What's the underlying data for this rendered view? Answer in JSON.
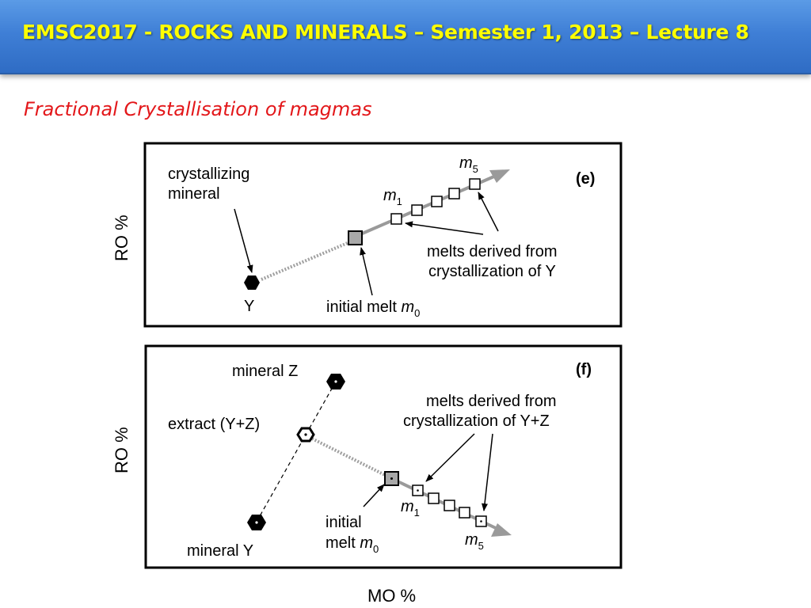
{
  "header": {
    "title": "EMSC2017 - ROCKS AND MINERALS – Semester 1, 2013 – Lecture 8"
  },
  "subtitle": "Fractional Crystallisation of magmas",
  "axes": {
    "y_label": "RO %",
    "x_label": "MO %"
  },
  "panel_e": {
    "tag": "(e)",
    "crystallizing_label": [
      "crystallizing",
      "mineral"
    ],
    "mineral_label": "Y",
    "m1_base": "m",
    "m1_sub": "1",
    "m5_base": "m",
    "m5_sub": "5",
    "derived_label": [
      "melts derived from",
      "crystallization of Y"
    ],
    "initial_label": "initial melt ",
    "m0_base": "m",
    "m0_sub": "0"
  },
  "panel_f": {
    "tag": "(f)",
    "mineral_z": "mineral Z",
    "mineral_y": "mineral Y",
    "extract_label": "extract (Y+Z)",
    "derived_label": [
      "melts derived from",
      "crystallization of Y+Z"
    ],
    "initial_label": [
      "initial",
      "melt "
    ],
    "m0_base": "m",
    "m0_sub": "0",
    "m1_base": "m",
    "m1_sub": "1",
    "m5_base": "m",
    "m5_sub": "5"
  },
  "colors": {
    "title": "#ffff00",
    "header_bg": "#3f7fd6",
    "subtitle": "#e3171a",
    "trend_arrow": "#9a9a9a",
    "initial_melt_fill": "#a8a8a8"
  }
}
